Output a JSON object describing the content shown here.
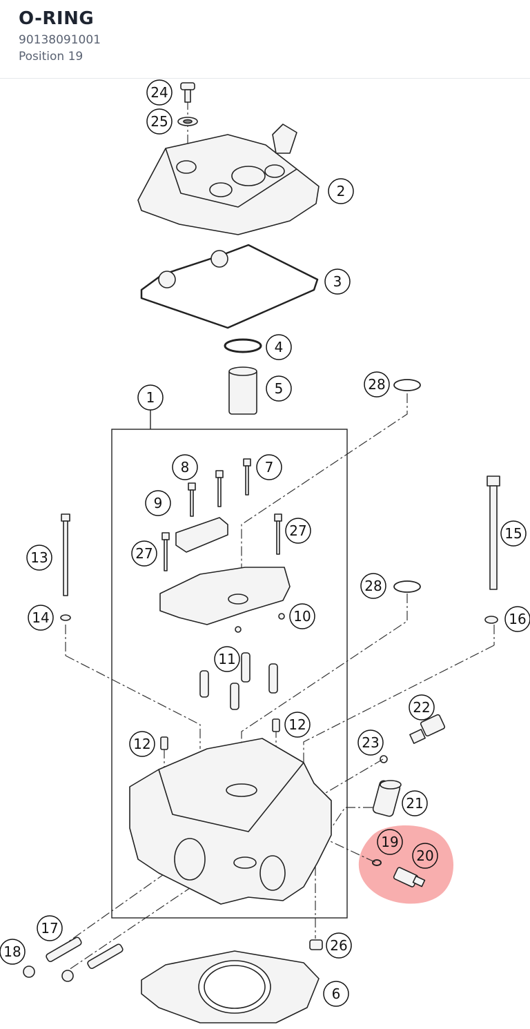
{
  "header": {
    "title": "O-RING",
    "part_number": "90138091001",
    "position": "Position 19"
  },
  "diagram": {
    "highlight_color": "#f26b6b",
    "highlighted_positions": [
      "19",
      "20"
    ],
    "callouts": [
      "24",
      "25",
      "2",
      "3",
      "4",
      "5",
      "28",
      "1",
      "8",
      "7",
      "9",
      "27",
      "27",
      "13",
      "15",
      "28",
      "14",
      "10",
      "16",
      "11",
      "12",
      "12",
      "22",
      "23",
      "21",
      "19",
      "20",
      "17",
      "18",
      "26",
      "6"
    ]
  }
}
